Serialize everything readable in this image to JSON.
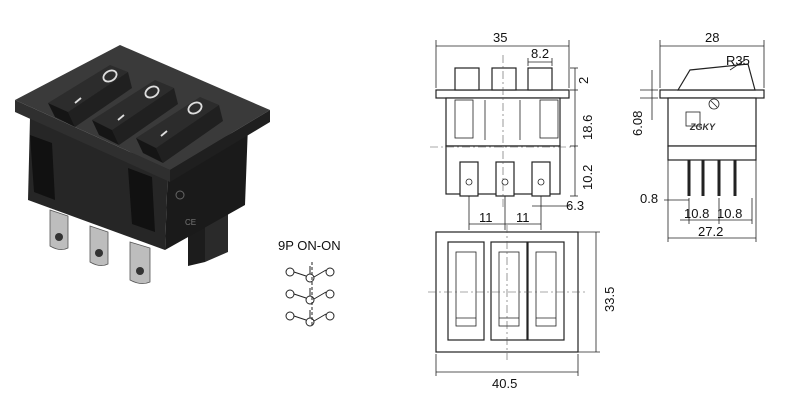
{
  "product_photo": {
    "rocker_symbols": [
      "O",
      "I"
    ]
  },
  "circuit": {
    "label": "9P ON-ON"
  },
  "front_view": {
    "dims": {
      "width": "35",
      "pitch_top": "8.2",
      "top_gap": "2",
      "height": "18.6",
      "terminal": "10.2",
      "pin_gap": "6.3",
      "spacing_1": "11",
      "spacing_2": "11"
    }
  },
  "side_view": {
    "dims": {
      "width": "28",
      "radius": "R35",
      "height": "6.08",
      "pin_width": "0.8",
      "pitch_1": "10.8",
      "pitch_2": "10.8",
      "total": "27.2"
    },
    "logo": "ZGKY"
  },
  "bottom_view": {
    "dims": {
      "width": "40.5",
      "height": "33.5"
    }
  }
}
